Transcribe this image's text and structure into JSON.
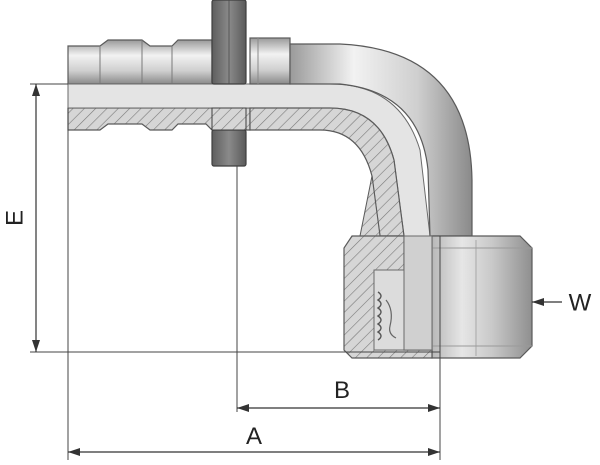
{
  "diagram": {
    "labels": {
      "A": "A",
      "B": "B",
      "E": "E",
      "W": "W"
    },
    "colors": {
      "metal_light": "#ececec",
      "metal_mid": "#c4c4c4",
      "metal_dark": "#8c8c8c",
      "hatch": "#7a7a7a",
      "outline": "#5a5a5a",
      "dimension": "#333333"
    }
  }
}
